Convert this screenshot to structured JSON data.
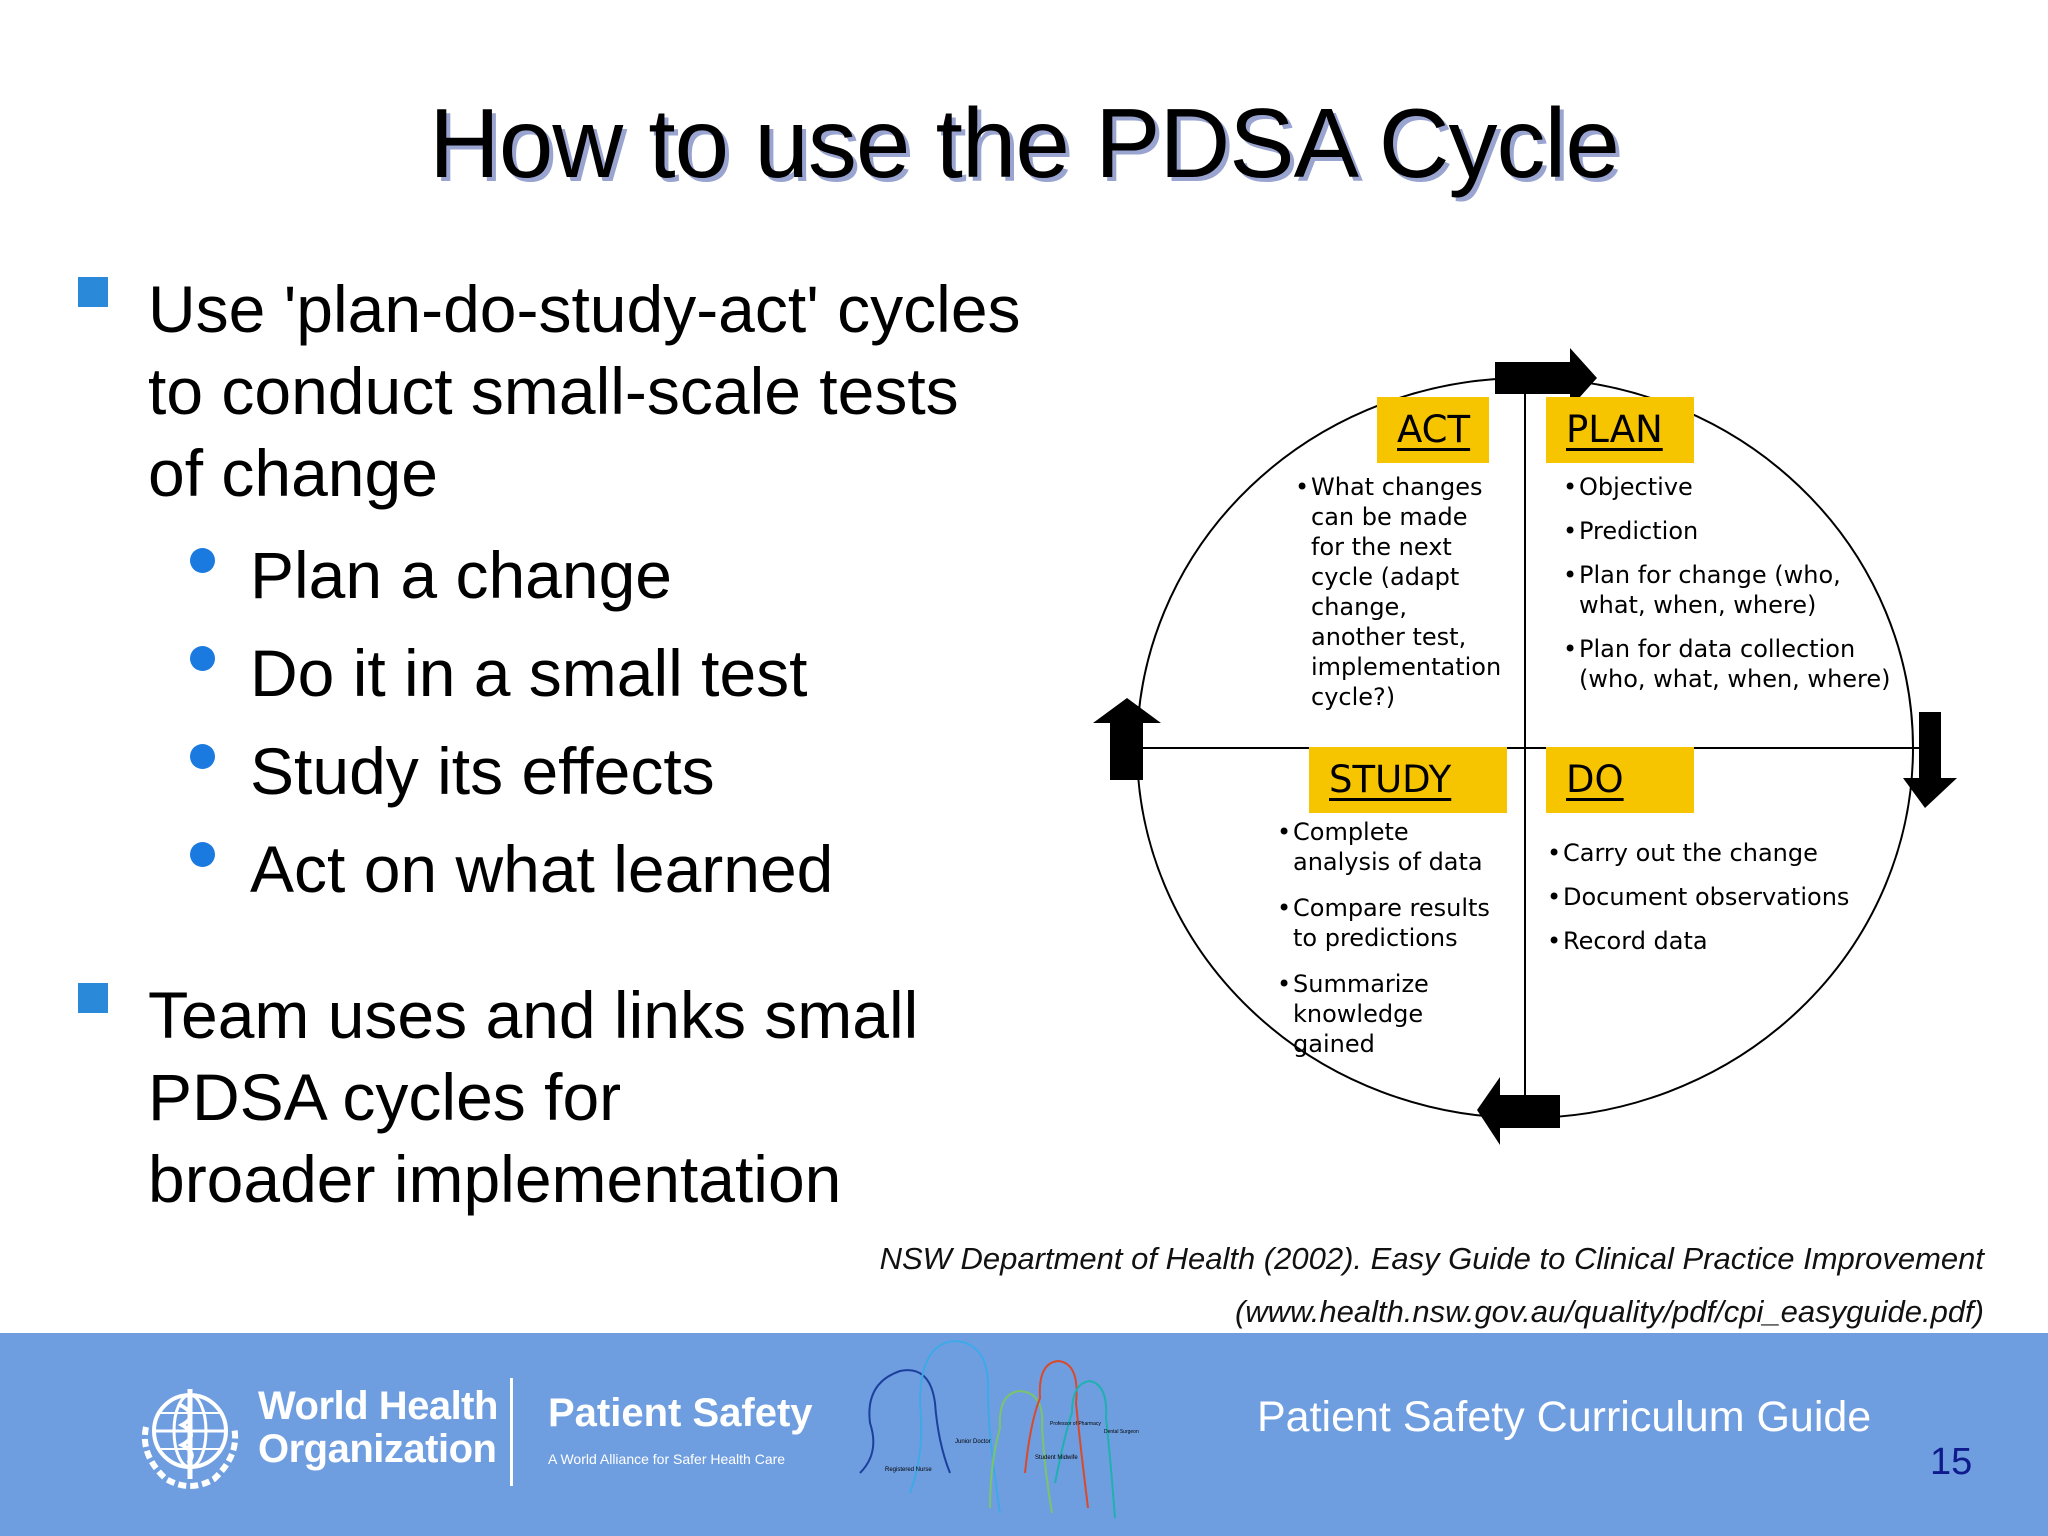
{
  "title": "How to use the PDSA Cycle",
  "bullets": [
    {
      "text": "Use 'plan-do-study-act' cycles\nto conduct small-scale tests\nof change",
      "sub": [
        "Plan a change",
        "Do it in a small test",
        "Study its effects",
        "Act on what learned"
      ]
    },
    {
      "text": "Team uses and links small\nPDSA cycles for\nbroader implementation",
      "sub": []
    }
  ],
  "diagram": {
    "label_color": "#f7c500",
    "quadrants": {
      "act": {
        "label": "ACT",
        "items": [
          "What changes can be made for the next cycle (adapt change, another test, implementation cycle?)"
        ]
      },
      "plan": {
        "label": "PLAN",
        "items": [
          "Objective",
          "Prediction",
          "Plan for change (who, what, when, where)",
          "Plan for data collection (who, what, when, where)"
        ]
      },
      "study": {
        "label": "STUDY",
        "items": [
          "Complete analysis of data",
          "Compare results to predictions",
          "Summarize knowledge gained"
        ]
      },
      "do": {
        "label": "DO",
        "items": [
          "Carry out the change",
          "Document observations",
          "Record data"
        ]
      }
    }
  },
  "citation": {
    "line1": "NSW Department of Health (2002). Easy Guide to Clinical Practice Improvement",
    "line2": "(www.health.nsw.gov.au/quality/pdf/cpi_easyguide.pdf)"
  },
  "footer": {
    "org_line1": "World Health",
    "org_line2": "Organization",
    "program": "Patient Safety",
    "program_sub": "A World Alliance for Safer Health Care",
    "people_labels": [
      "Registered Nurse",
      "Junior Doctor",
      "Student Midwife",
      "Professor of Pharmacy",
      "Dental Surgeon"
    ],
    "guide": "Patient Safety Curriculum Guide",
    "page": "15",
    "bg_color": "#6f9ee0"
  }
}
